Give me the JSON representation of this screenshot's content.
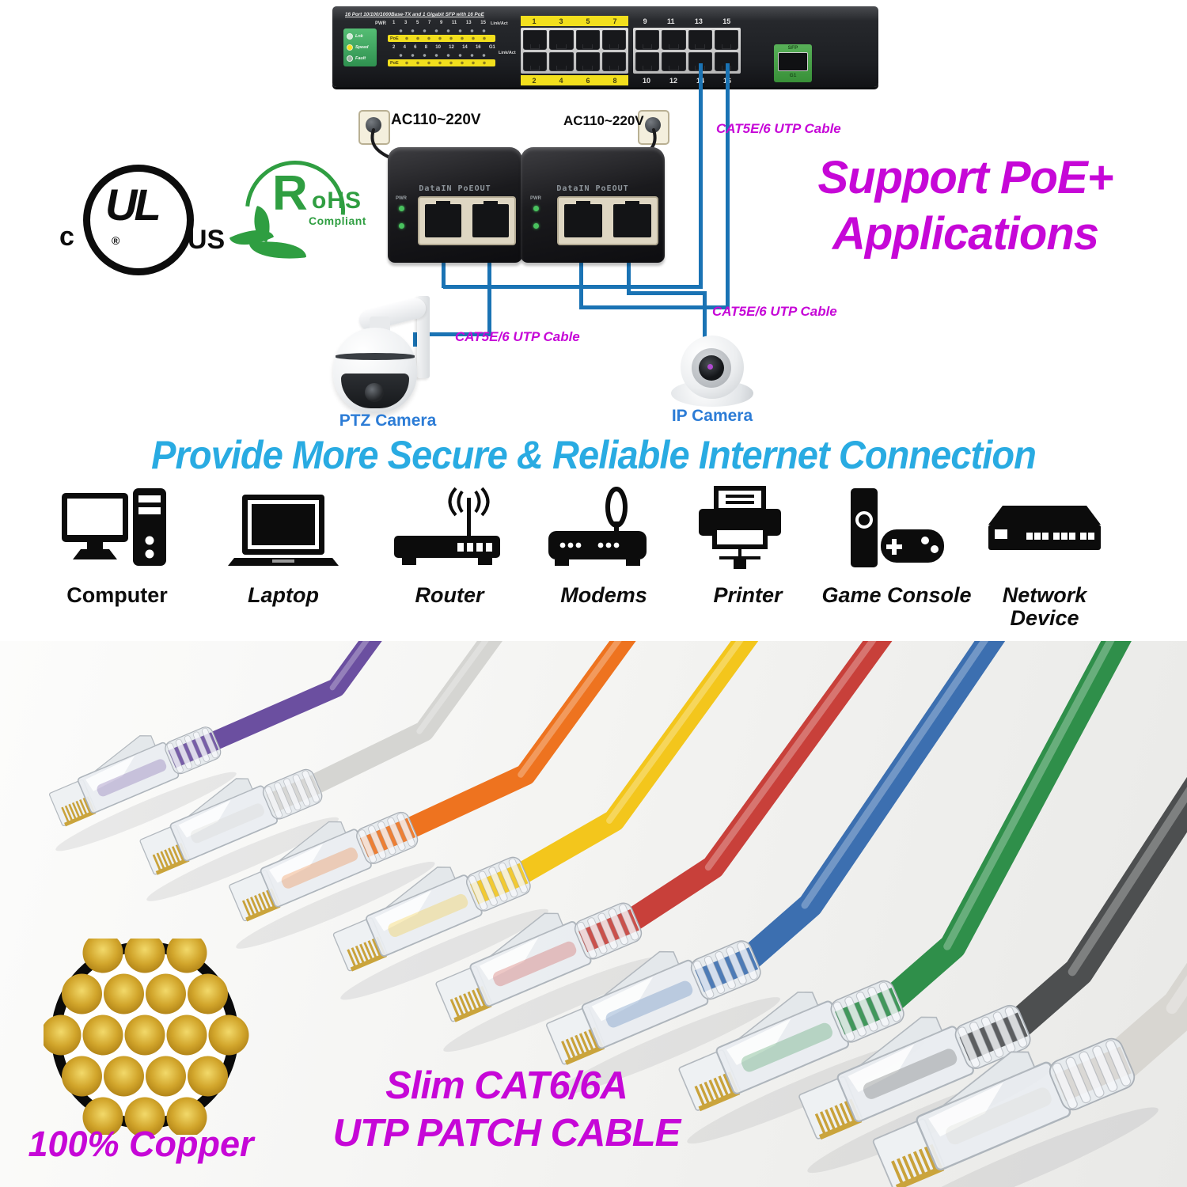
{
  "switch": {
    "title": "16 Port 10/100/1000Base-TX and 1 Gigabit SFP with 16 PoE",
    "pwr": "PWR",
    "link_act": "Link/Act",
    "poe": "PoE",
    "status_leds": [
      "Lnk",
      "Speed",
      "Fault"
    ],
    "odd_ports": [
      "1",
      "3",
      "5",
      "7",
      "9",
      "11",
      "13",
      "15"
    ],
    "even_ports": [
      "2",
      "4",
      "6",
      "8",
      "10",
      "12",
      "14",
      "16",
      "G1"
    ],
    "bank1_top": [
      "1",
      "3",
      "5",
      "7"
    ],
    "bank1_bottom": [
      "2",
      "4",
      "6",
      "8"
    ],
    "bank2_top": [
      "9",
      "11",
      "13",
      "15"
    ],
    "bank2_bottom": [
      "10",
      "12",
      "14",
      "16"
    ],
    "sfp": "SFP",
    "g1": "G1"
  },
  "injector": {
    "label": "DataIN PoEOUT",
    "ac_label": "AC110~220V",
    "pwr": "PWR"
  },
  "labels": {
    "cat_cable": "CAT5E/6 UTP Cable",
    "ptz_camera": "PTZ Camera",
    "ip_camera": "IP Camera"
  },
  "headlines": {
    "poe_line1": "Support PoE+",
    "poe_line2": "Applications",
    "main": "Provide More Secure & Reliable Internet Connection"
  },
  "certifications": {
    "ul_c": "c",
    "ul": "UL",
    "ul_r": "®",
    "ul_us": "US",
    "rohs_r": "R",
    "rohs_ohs": "oHS",
    "rohs_compliant": "Compliant"
  },
  "devices": [
    {
      "name": "Computer"
    },
    {
      "name": "Laptop"
    },
    {
      "name": "Router"
    },
    {
      "name": "Modems"
    },
    {
      "name": "Printer"
    },
    {
      "name": "Game Console"
    },
    {
      "name": "Network Device"
    }
  ],
  "product": {
    "copper": "100% Copper",
    "line1": "Slim CAT6/6A",
    "line2": "UTP PATCH CABLE"
  },
  "cables": [
    {
      "name": "purple",
      "hex": "#6b4fa0"
    },
    {
      "name": "gray",
      "hex": "#d5d5d2"
    },
    {
      "name": "orange",
      "hex": "#ee731f"
    },
    {
      "name": "yellow",
      "hex": "#f3c61c"
    },
    {
      "name": "red",
      "hex": "#c8403a"
    },
    {
      "name": "blue",
      "hex": "#3c6fb0"
    },
    {
      "name": "green",
      "hex": "#2f8f4a"
    },
    {
      "name": "black",
      "hex": "#4d4f50"
    },
    {
      "name": "white",
      "hex": "#d8d6d1"
    }
  ],
  "colors": {
    "magenta": "#c607d7",
    "cyan": "#29abe2",
    "wire_blue": "#1a73b4",
    "camera_label_blue": "#2c7cd6",
    "rohs_green": "#2f9e41",
    "poe_yellow": "#f2df1d"
  }
}
